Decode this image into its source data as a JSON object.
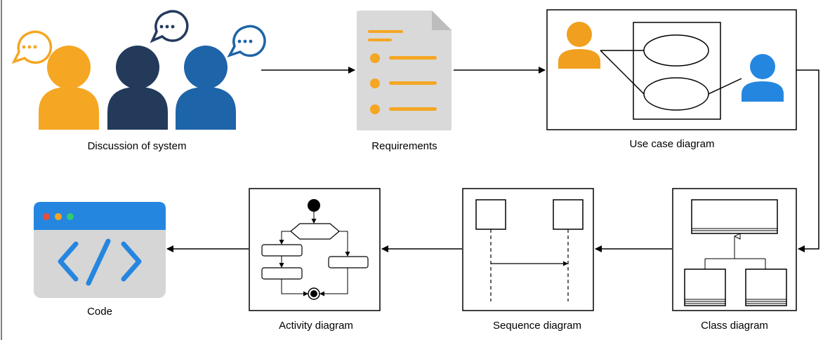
{
  "stages": {
    "discussion": {
      "label": "Discussion of system"
    },
    "requirements": {
      "label": "Requirements"
    },
    "use_case": {
      "label": "Use case diagram"
    },
    "class_diagram": {
      "label": "Class diagram"
    },
    "sequence": {
      "label": "Sequence diagram"
    },
    "activity": {
      "label": "Activity diagram"
    },
    "code": {
      "label": "Code"
    }
  },
  "colors": {
    "orange": "#f5a623",
    "orange_dark": "#e89a1a",
    "navy": "#233a5b",
    "blue": "#1e64a8",
    "bright_blue": "#2586e0",
    "paper": "#d9d9d9",
    "window_bar": "#2586e0",
    "window_body": "#d6d6d6"
  },
  "icons": [
    "person-icon",
    "chat-bubble-icon",
    "document-icon",
    "browser-window-icon",
    "code-brackets-icon"
  ]
}
